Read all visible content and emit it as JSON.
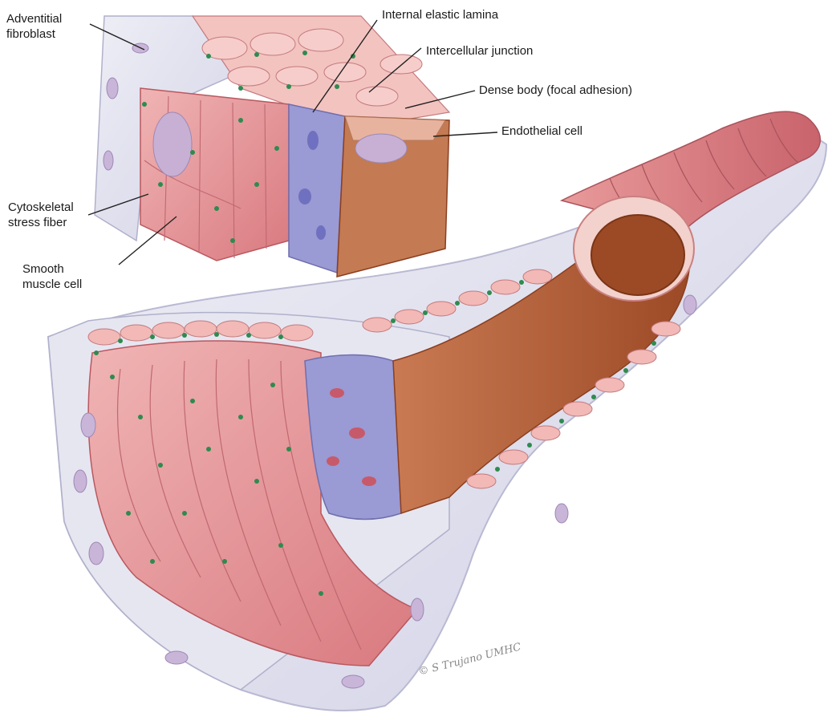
{
  "labels": {
    "adventitial_fibroblast": [
      "Adventitial",
      "fibroblast"
    ],
    "internal_elastic_lamina": "Internal elastic lamina",
    "intercellular_junction": "Intercellular junction",
    "dense_body": "Dense body (focal adhesion)",
    "endothelial_cell": "Endothelial cell",
    "cytoskeletal_stress_fiber": [
      "Cytoskeletal",
      "stress fiber"
    ],
    "smooth_muscle_cell": [
      "Smooth",
      "muscle cell"
    ]
  },
  "signature": "© S Trujano UMHC",
  "colors": {
    "adventitia": "#dcdcec",
    "smooth_muscle": "#e79a9c",
    "elastic_lamina": "#8f8fcf",
    "endothelium": "#b8643e",
    "focal_adhesion": "#2f8a4f"
  }
}
